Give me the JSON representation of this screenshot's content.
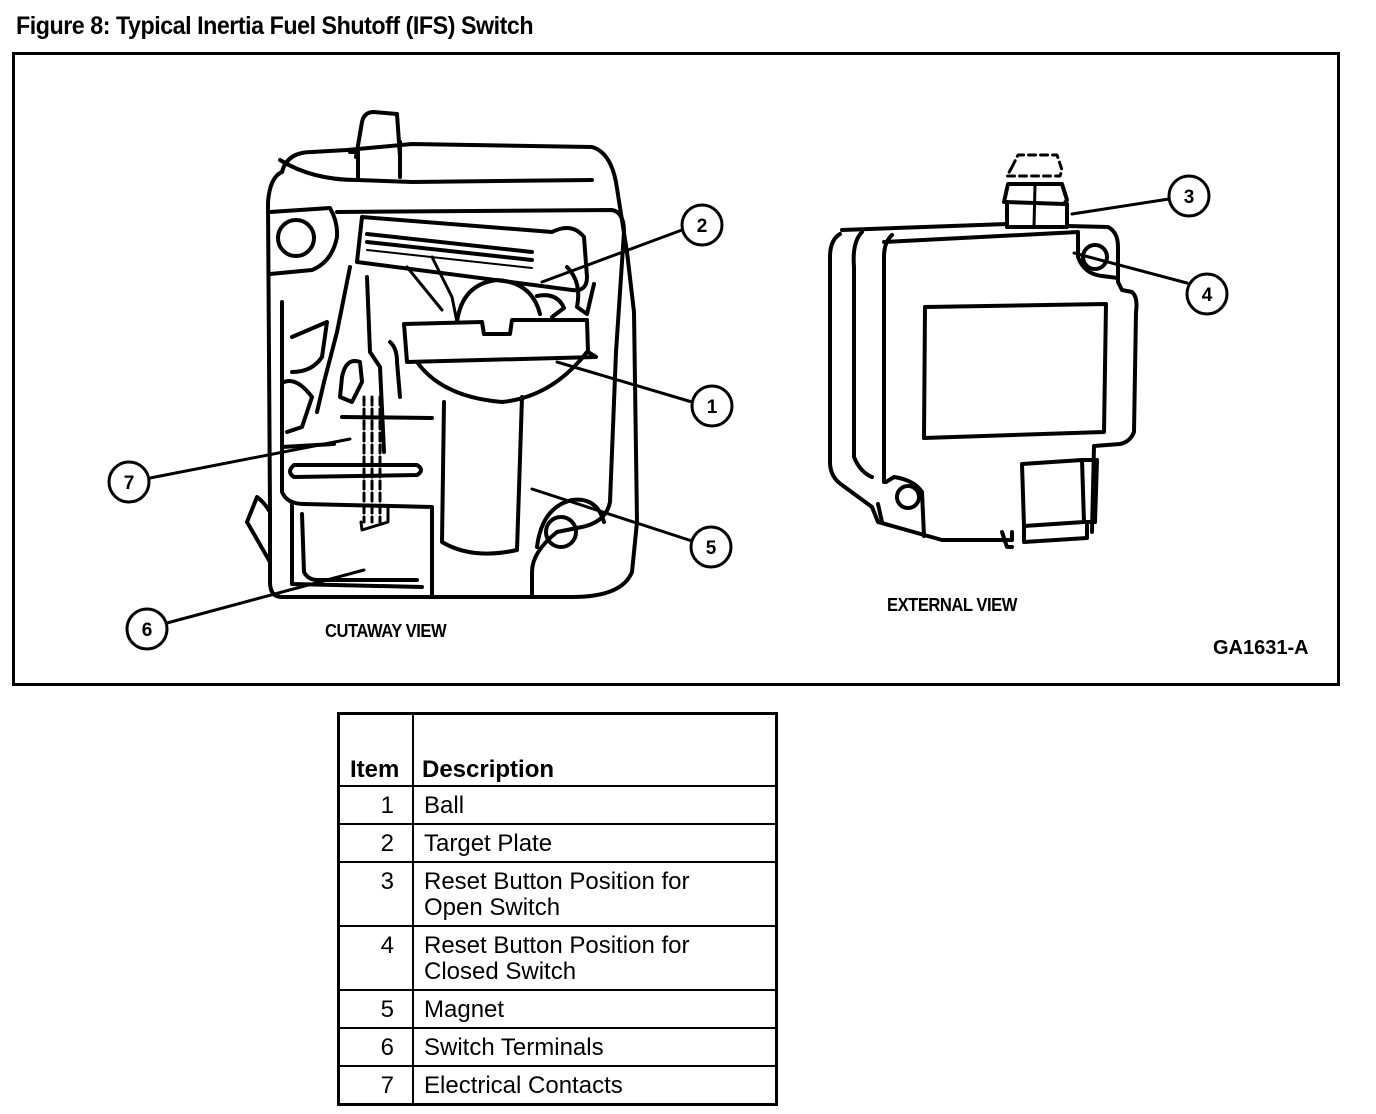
{
  "figure": {
    "title": "Figure 8: Typical Inertia Fuel Shutoff (IFS) Switch",
    "cutaway_label": "CUTAWAY VIEW",
    "external_label": "EXTERNAL VIEW",
    "drawing_code": "GA1631-A",
    "callouts": [
      "1",
      "2",
      "3",
      "4",
      "5",
      "6",
      "7"
    ]
  },
  "legend": {
    "headers": {
      "item": "Item",
      "description": "Description"
    },
    "rows": [
      {
        "item": "1",
        "description": "Ball"
      },
      {
        "item": "2",
        "description": "Target Plate"
      },
      {
        "item": "3",
        "description": "Reset Button Position for\nOpen Switch"
      },
      {
        "item": "4",
        "description": "Reset Button Position for\nClosed  Switch"
      },
      {
        "item": "5",
        "description": "Magnet"
      },
      {
        "item": "6",
        "description": "Switch Terminals"
      },
      {
        "item": "7",
        "description": "Electrical  Contacts"
      }
    ]
  }
}
